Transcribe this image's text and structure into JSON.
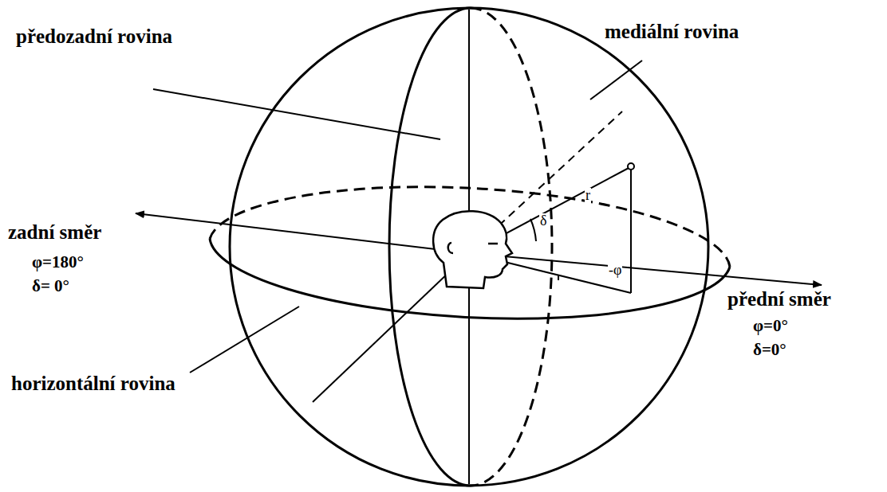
{
  "diagram": {
    "labels": [
      "předozadní rovina",
      "mediální rovina",
      "zadní směr",
      "φ=180°",
      "δ=  0°",
      "horizontální rovina",
      "přední směr",
      "φ=0°",
      "δ=0°",
      "r",
      "δ",
      "-φ"
    ]
  }
}
